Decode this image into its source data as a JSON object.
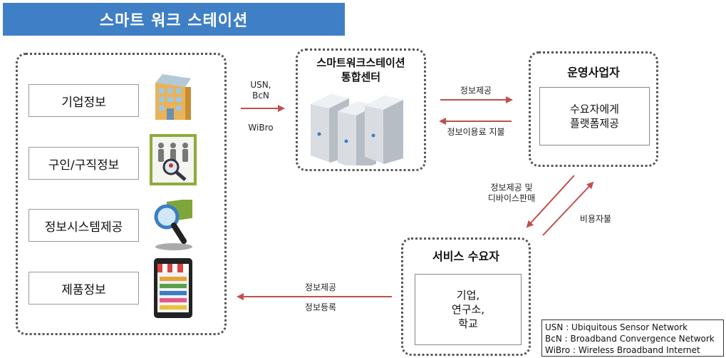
{
  "title": "스마트 워크 스테이션",
  "left_panel": {
    "items": [
      "기업정보",
      "구인/구직정보",
      "정보시스템제공",
      "제품정보"
    ]
  },
  "center": {
    "header": "스마트워크스테이션\n통합센터",
    "in_label_top": "USN,\nBcN",
    "in_label_bottom": "WiBro"
  },
  "operator": {
    "header": "운영사업자",
    "body": "수요자에게\n플랫폼제공"
  },
  "consumer": {
    "header": "서비스 수요자",
    "body": "기업,\n연구소,\n학교"
  },
  "flows": {
    "center_to_operator": "정보제공",
    "operator_to_center": "정보이용료 지불",
    "operator_to_consumer": "정보제공 및\n디바이스판매",
    "consumer_to_operator": "비용자불",
    "consumer_to_left_top": "정보제공",
    "consumer_to_left_bottom": "정보등록"
  },
  "legend": [
    "USN : Ubiquitous Sensor Network",
    "BcN : Broadband Convergence Network",
    "WiBro : Wireless Broadband Internet"
  ],
  "colors": {
    "title_bg": "#3f7fc6",
    "arrow": "#c0504d"
  }
}
